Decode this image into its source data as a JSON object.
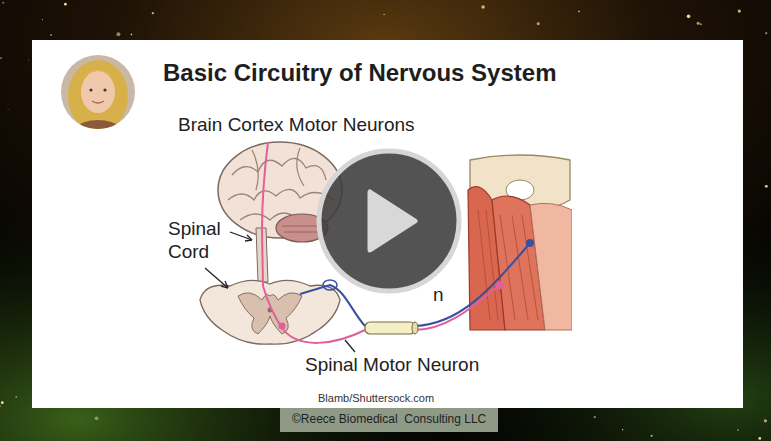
{
  "diagram": {
    "title": "Basic Circuitry of Nervous System",
    "nodes": [
      {
        "text": [
          "©Reece Biomedical  Consulting LLC"
        ]
      }
    ],
    "labels": [
      "Brain Cortex Motor Neurons",
      "Spinal Cord",
      "n",
      "Spinal Motor Neuron",
      "Blamb/Shuttersock.com"
    ]
  }
}
